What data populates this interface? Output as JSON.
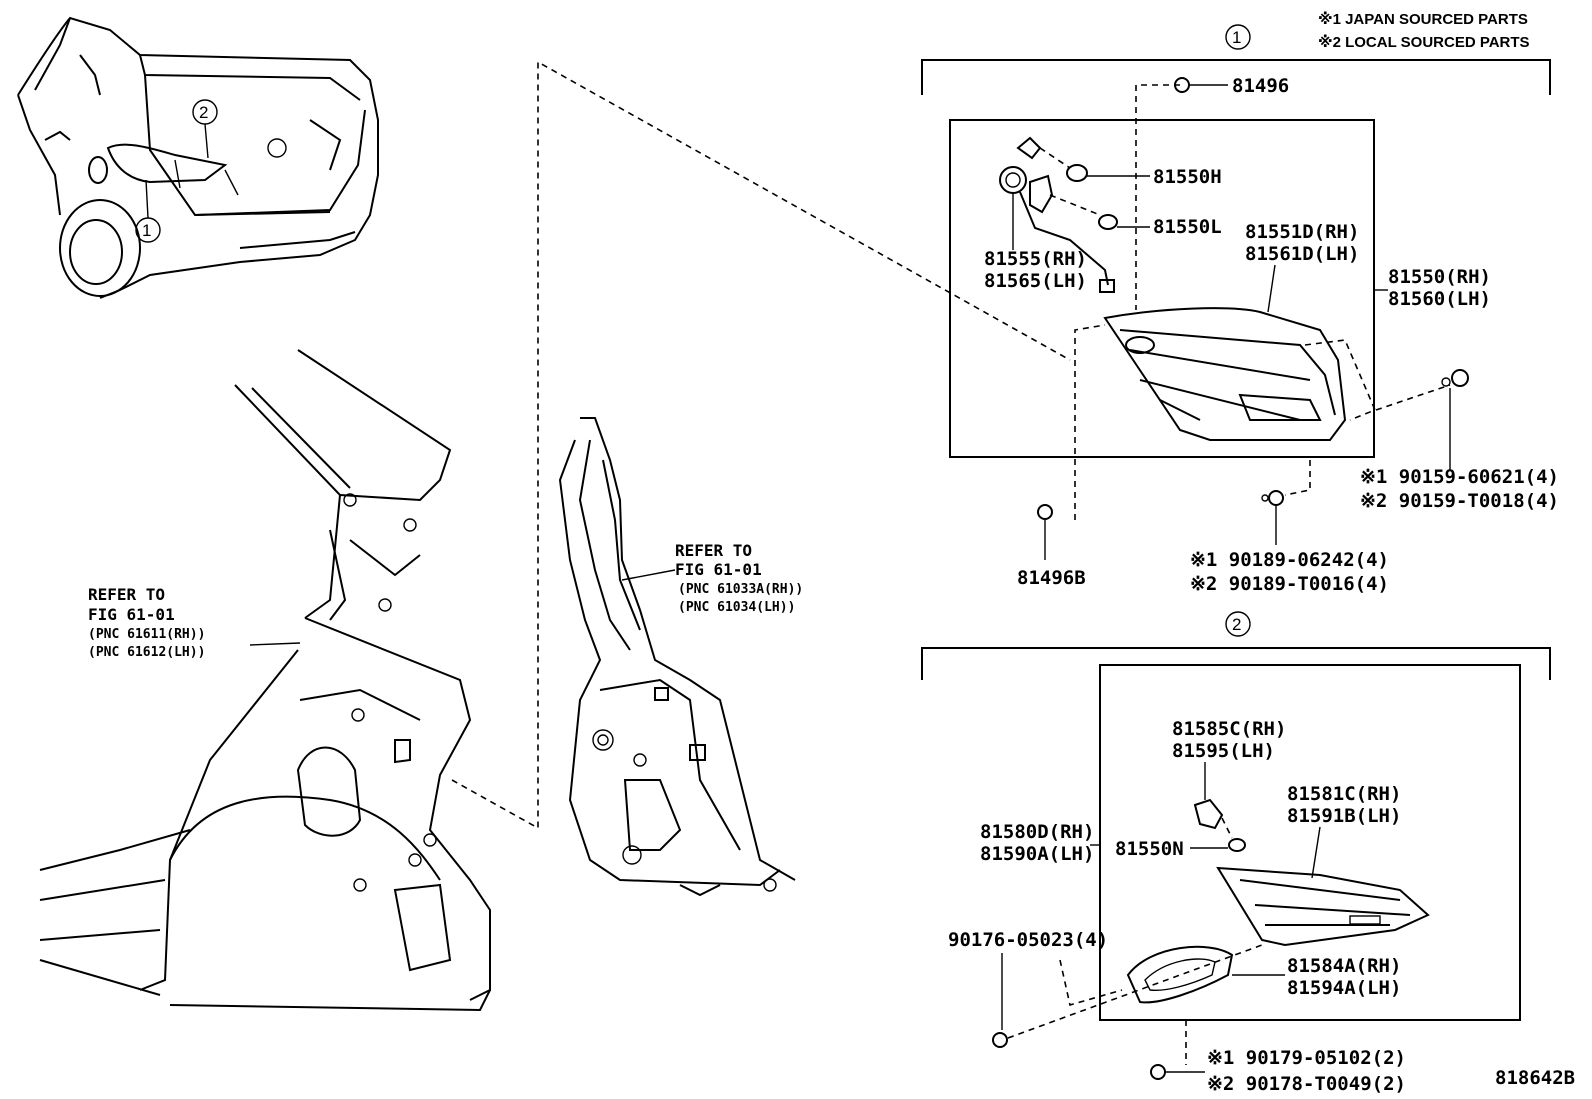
{
  "legend": {
    "japan": "※1 JAPAN SOURCED PARTS",
    "local": "※2 LOCAL SOURCED PARTS"
  },
  "group1": {
    "marker": "1",
    "parts": {
      "p81496": "81496",
      "p81550H": "81550H",
      "p81550L": "81550L",
      "p81555": "81555(RH)",
      "p81565": "81565(LH)",
      "p81551D": "81551D(RH)",
      "p81561D": "81561D(LH)",
      "p81550": "81550(RH)",
      "p81560": "81560(LH)",
      "p81496B": "81496B",
      "bolt_a1": "※1 90159-60621(4)",
      "bolt_a2": "※2 90159-T0018(4)",
      "nut_b1": "※1 90189-06242(4)",
      "nut_b2": "※2 90189-T0016(4)"
    }
  },
  "group2": {
    "marker": "2",
    "parts": {
      "p81585C": "81585C(RH)",
      "p81595": "81595(LH)",
      "p81581C": "81581C(RH)",
      "p81591B": "81591B(LH)",
      "p81580D": "81580D(RH)",
      "p81590A": "81590A(LH)",
      "p81550N": "81550N",
      "clip": "90176-05023(4)",
      "p81584A": "81584A(RH)",
      "p81594A": "81594A(LH)",
      "nut_c1": "※1 90179-05102(2)",
      "nut_c2": "※2 90178-T0049(2)"
    }
  },
  "refs": {
    "pillar": {
      "line1": "REFER TO",
      "line2": "FIG 61-01",
      "line3": "(PNC 61033A(RH))",
      "line4": "(PNC 61034(LH))"
    },
    "quarter": {
      "line1": "REFER TO",
      "line2": "FIG 61-01",
      "line3": "(PNC 61611(RH))",
      "line4": "(PNC 61612(LH))"
    }
  },
  "car_callouts": {
    "c1": "1",
    "c2": "2"
  },
  "diagram_id": "818642B"
}
